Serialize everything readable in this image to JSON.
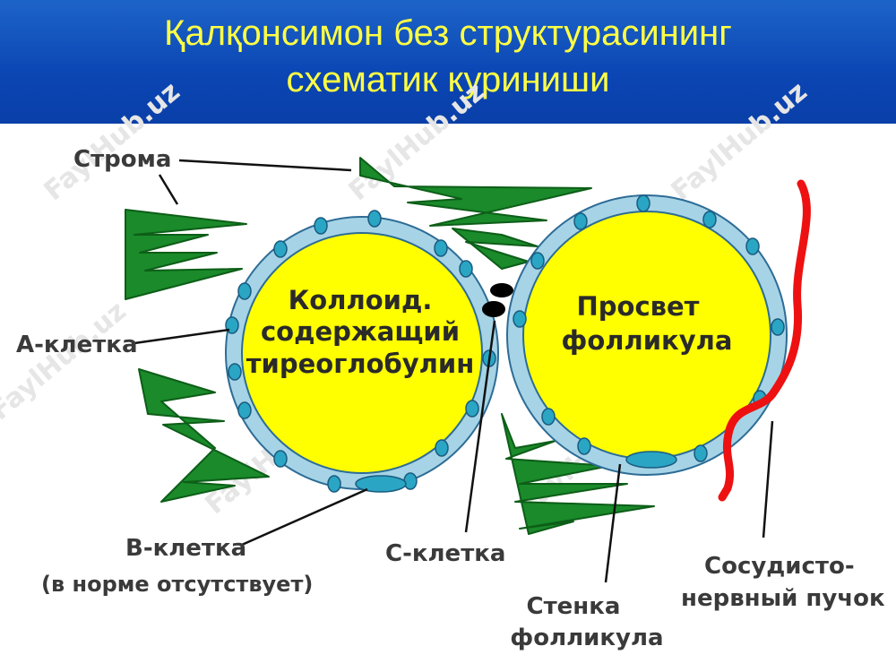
{
  "title": {
    "line1": "Қалқонсимон без  структурасининг",
    "line2": "схематик куриниши"
  },
  "labels": {
    "stroma": "Строма",
    "a_cell": "А-клетка",
    "b_cell": "В-клетка",
    "b_cell_note": "(в норме отсутствует)",
    "c_cell": "С-клетка",
    "wall_line1": "Стенка",
    "wall_line2": "фолликула",
    "bundle_line1": "Сосудисто-",
    "bundle_line2": "нервный пучок"
  },
  "left_follicle": {
    "line1": "Коллоид.",
    "line2": "содержащий",
    "line3": "тиреоглобулин"
  },
  "right_follicle": {
    "line1": "Просвет",
    "line2": "фолликула"
  },
  "watermark": "FaylHub.uz",
  "colors": {
    "header": "#0b46b4",
    "title": "#ffff44",
    "colloid": "#ffff00",
    "wall": "#a6d4e6",
    "nucleus": "#2aa6c4",
    "stroma": "#1a8a2a",
    "bundle": "#ee1111"
  }
}
